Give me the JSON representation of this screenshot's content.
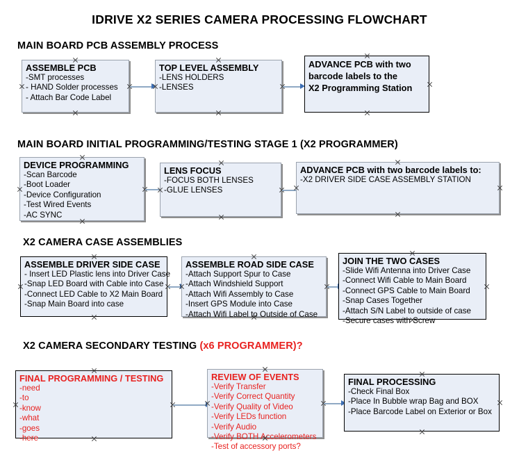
{
  "document": {
    "title": "IDRIVE X2  SERIES CAMERA PROCESSING FLOWCHART"
  },
  "colors": {
    "box_fill": "#e9eef7",
    "box_border_grey": "#9aa2ad",
    "box_border_black": "#000000",
    "arrow_shaft": "#8fa9c4",
    "arrow_head": "#3d6fb4",
    "red_text": "#e8211f",
    "black_text": "#000000"
  },
  "sections": [
    {
      "heading": "MAIN BOARD PCB ASSEMBLY PROCESS",
      "heading_red": "",
      "nodes": [
        {
          "title": "ASSEMBLE PCB",
          "lines": [
            "-SMT processes",
            "- HAND Solder processes",
            "- Attach Bar Code Label"
          ]
        },
        {
          "title": "TOP LEVEL ASSEMBLY",
          "lines": [
            "-LENS HOLDERS",
            "-LENSES"
          ]
        },
        {
          "title_lines": [
            "ADVANCE PCB with two",
            "barcode labels to the",
            " X2 Programming Station"
          ],
          "lines": []
        }
      ]
    },
    {
      "heading": "MAIN BOARD INITIAL PROGRAMMING/TESTING STAGE 1 (X2 PROGRAMMER)",
      "heading_red": "",
      "nodes": [
        {
          "title": "DEVICE PROGRAMMING",
          "lines": [
            "-Scan Barcode",
            "-Boot Loader",
            "-Device Configuration",
            "-Test Wired Events",
            "-AC SYNC"
          ]
        },
        {
          "title": "LENS FOCUS",
          "lines": [
            "-FOCUS BOTH LENSES",
            "-GLUE LENSES"
          ]
        },
        {
          "title": "ADVANCE PCB with two barcode labels to:",
          "lines": [
            "-X2 DRIVER  SIDE  CASE  ASSEMBLY STATION"
          ]
        }
      ]
    },
    {
      "heading": "X2 CAMERA CASE ASSEMBLIES",
      "heading_red": "",
      "nodes": [
        {
          "title": "ASSEMBLE DRIVER SIDE CASE",
          "lines": [
            "- Insert LED Plastic lens into Driver Case",
            "-Snap LED Board with Cable into Case",
            "-Connect LED Cable to X2 Main Board",
            "-Snap Main Board into case"
          ]
        },
        {
          "title": "ASSEMBLE ROAD SIDE CASE",
          "lines": [
            "-Attach Support Spur to Case",
            "-Attach Windshield Support",
            "-Attach Wifi Assembly to Case",
            "-Insert GPS Module into Case",
            "-Attach Wifi Label to Outside of Case"
          ]
        },
        {
          "title": "JOIN THE TWO CASES",
          "lines": [
            "-Slide Wifi Antenna into Driver Case",
            "-Connect Wifi Cable to Main Board",
            "-Connect GPS Cable to Main Board",
            "-Snap Cases Together",
            "-Attach S/N Label to outside of case",
            "-Secure cases with Screw"
          ]
        }
      ]
    },
    {
      "heading": "X2 CAMERA SECONDARY TESTING ",
      "heading_red": "(x6 PROGRAMMER)?",
      "nodes": [
        {
          "title": "FINAL PROGRAMMING / TESTING",
          "lines": [
            "-need",
            "-to",
            "-know",
            "-what",
            "-goes",
            "-here"
          ]
        },
        {
          "title": "REVIEW OF EVENTS",
          "lines": [
            "-Verify Transfer",
            "-Verify Correct Quantity",
            "-Verify Quality of Video",
            "-Verify LEDs function",
            "-Verify Audio",
            "-Verify BOTH Accelerometers",
            "-Test of accessory ports?"
          ]
        },
        {
          "title": "FINAL PROCESSING",
          "lines": [
            " -Check Final Box",
            "-Place In Bubble wrap Bag and BOX",
            "-Place Barcode Label on Exterior or Box"
          ]
        }
      ]
    }
  ]
}
